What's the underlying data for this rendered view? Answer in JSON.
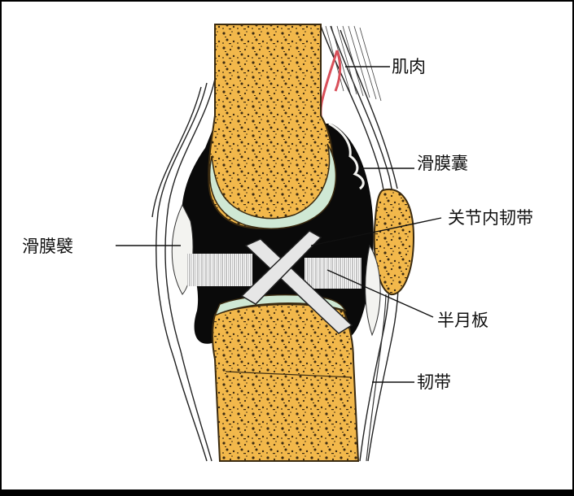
{
  "labels": {
    "muscle": "肌肉",
    "synovial_capsule": "滑膜囊",
    "cruciate_ligament": "关节内韧带",
    "synovial_fold": "滑膜襞",
    "meniscus": "半月板",
    "ligament": "韧带"
  },
  "colors": {
    "background": "#ffffff",
    "frame": "#000000",
    "bone": "#f2b84b",
    "bone_outline": "#3a2a10",
    "trabecula_dots": "#3b2a12",
    "cartilage": "#cfe8d4",
    "joint_cavity": "#0a0a0a",
    "ligament": "#e6e6e6",
    "synovial_tissue": "#f3f3f0",
    "muscle_vessel": "#d9505a",
    "leader_line": "#111111"
  },
  "icons": [
    "knee-joint-section-illustration"
  ]
}
